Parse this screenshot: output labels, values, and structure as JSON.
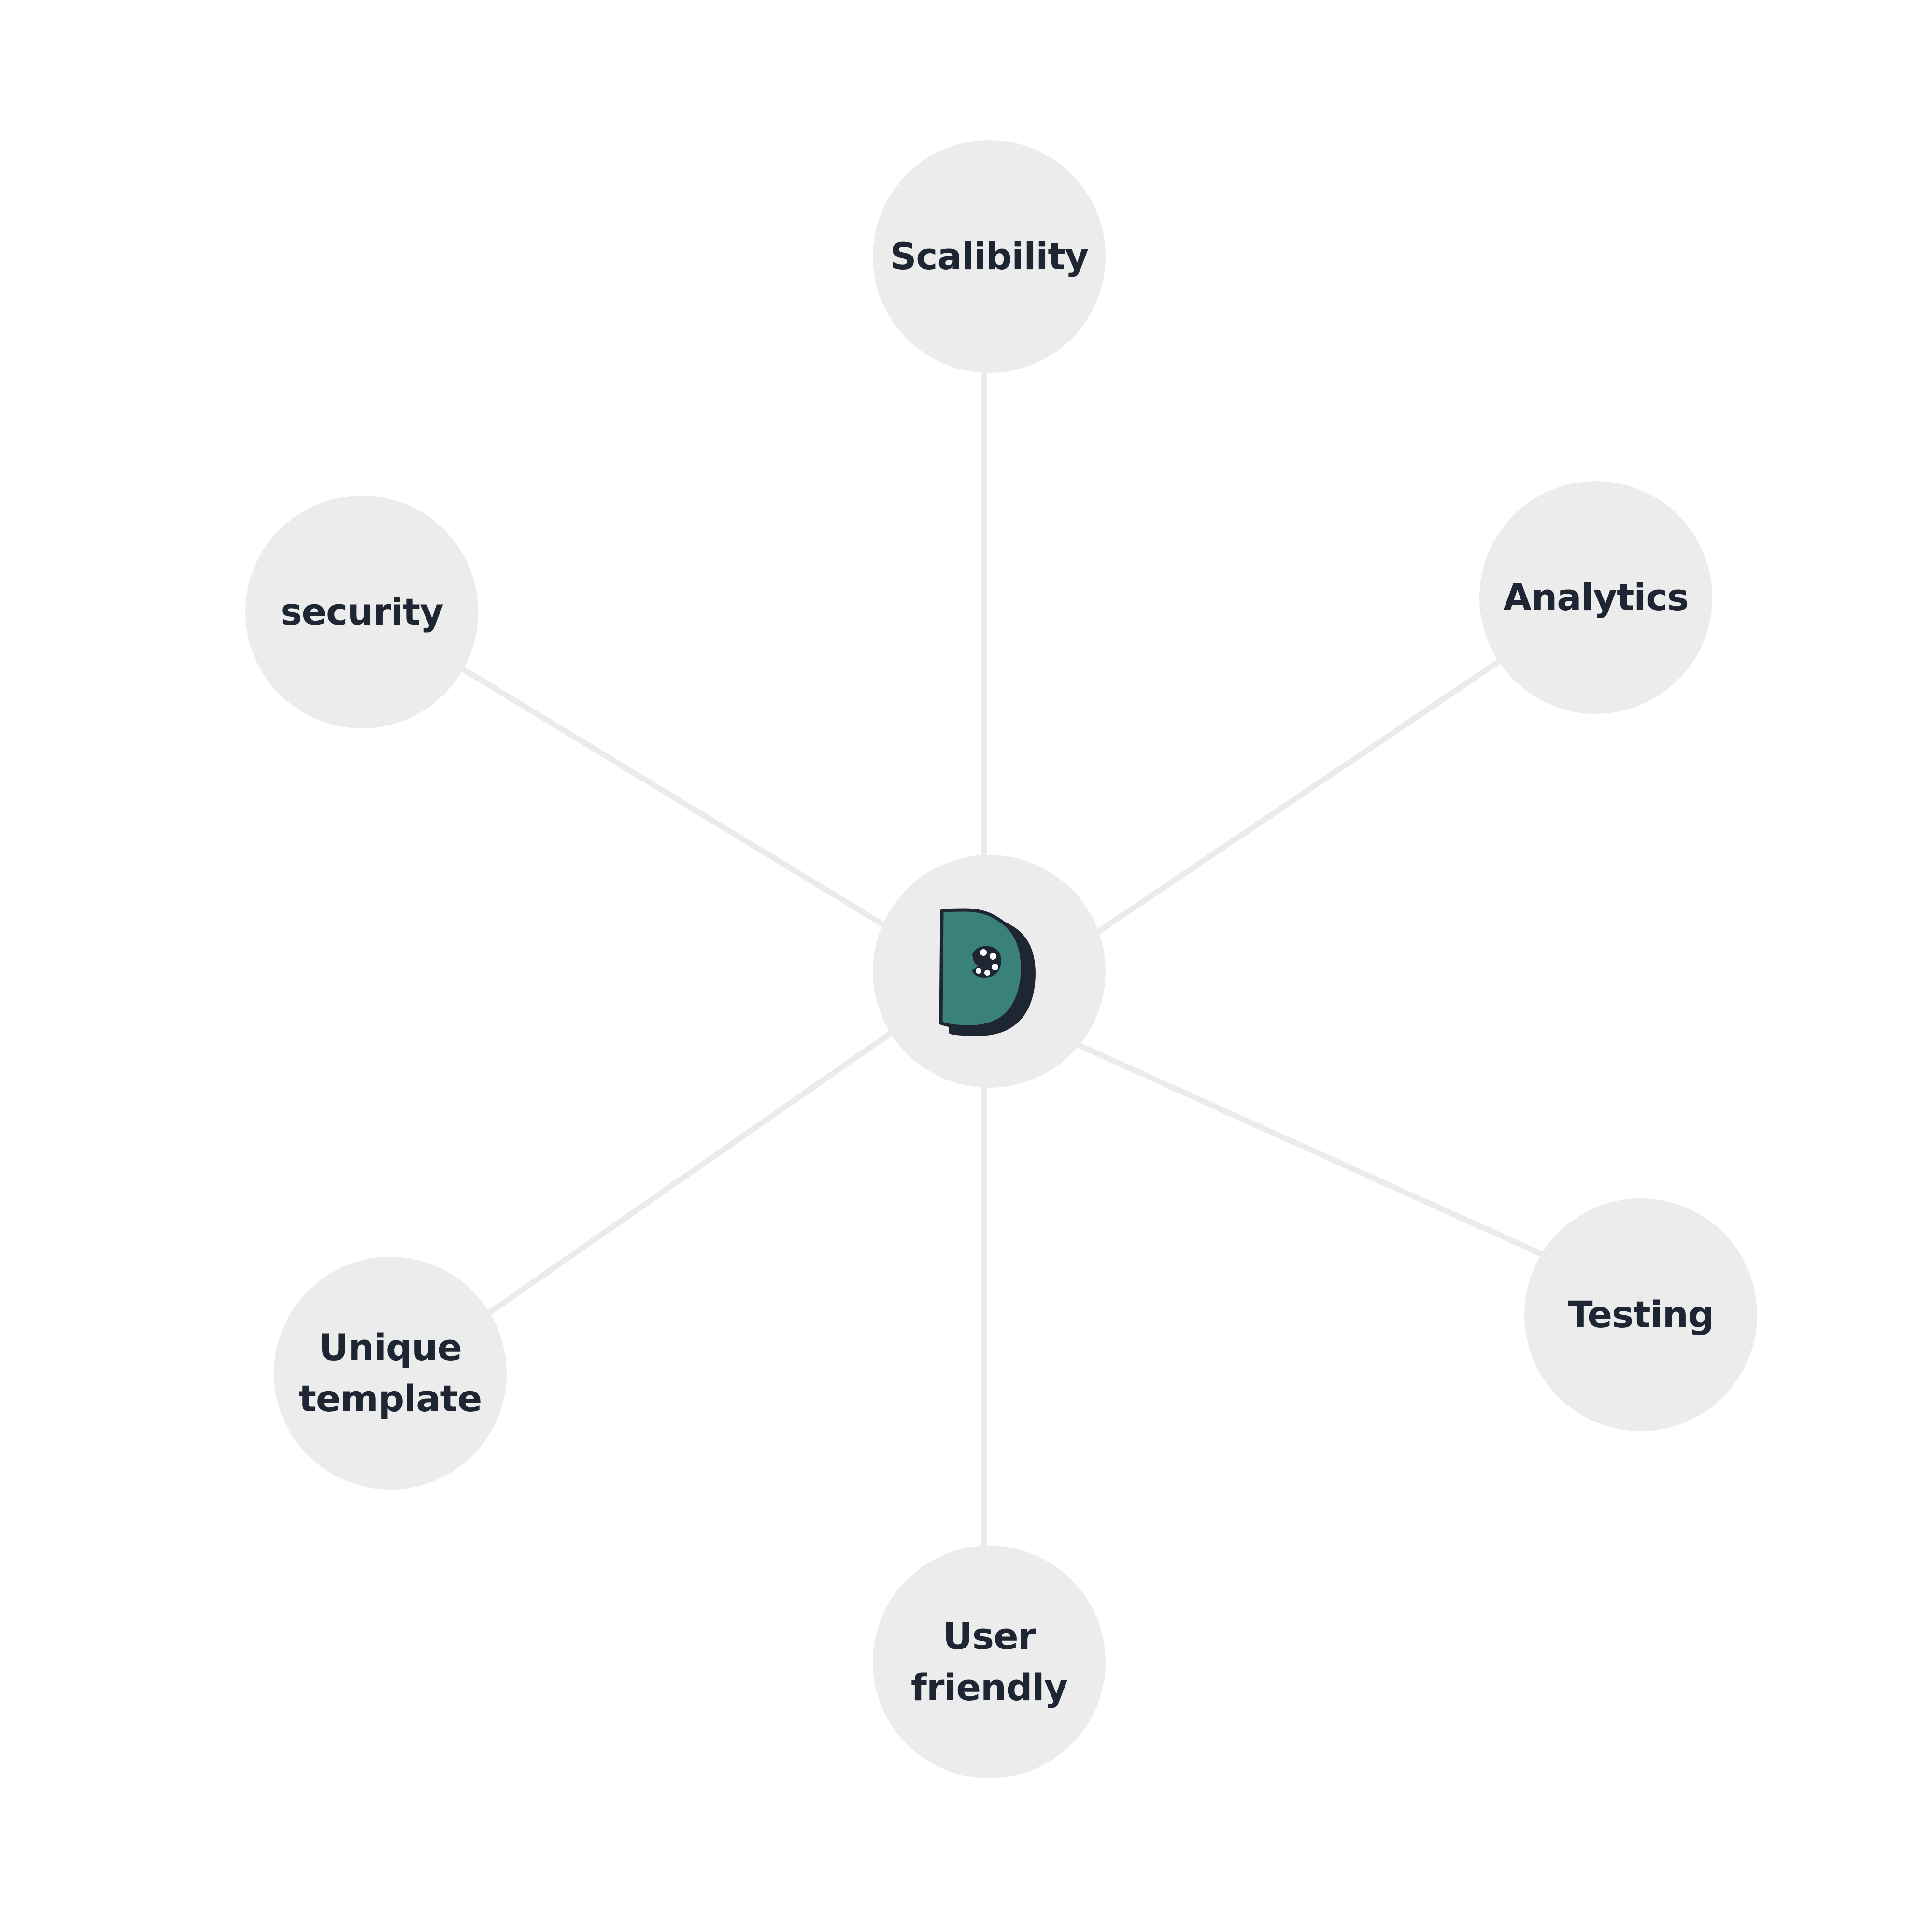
{
  "diagram": {
    "center": {
      "icon": "d-letter-palette-logo-icon"
    },
    "nodes": {
      "scalability": "Scalibility",
      "security": "security",
      "analytics": "Analytics",
      "unique_template": "Unique\ntemplate",
      "testing": "Testing",
      "user_friendly": "User\nfriendly"
    }
  },
  "colors": {
    "node_fill": "#ececec",
    "connector": "#ebebeb",
    "text": "#1f2633",
    "logo_teal": "#3a8279",
    "logo_dark": "#1f2633"
  }
}
